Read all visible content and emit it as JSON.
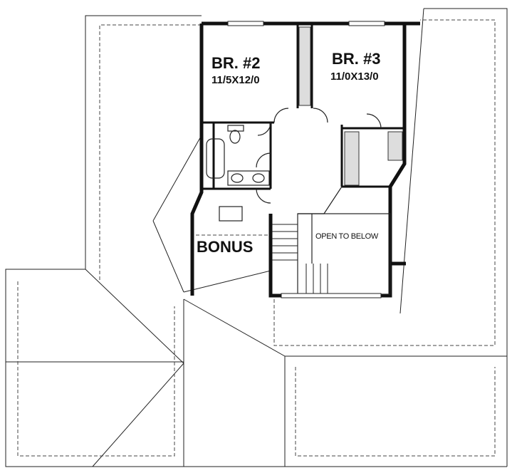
{
  "plan": {
    "rooms": [
      {
        "name": "BR. #2",
        "dimensions": "11/5X12/0"
      },
      {
        "name": "BR. #3",
        "dimensions": "11/0X13/0"
      }
    ],
    "bonus_label": "BONUS",
    "open_label": "OPEN TO BELOW"
  },
  "colors": {
    "wall": "#111111",
    "background": "#ffffff"
  }
}
